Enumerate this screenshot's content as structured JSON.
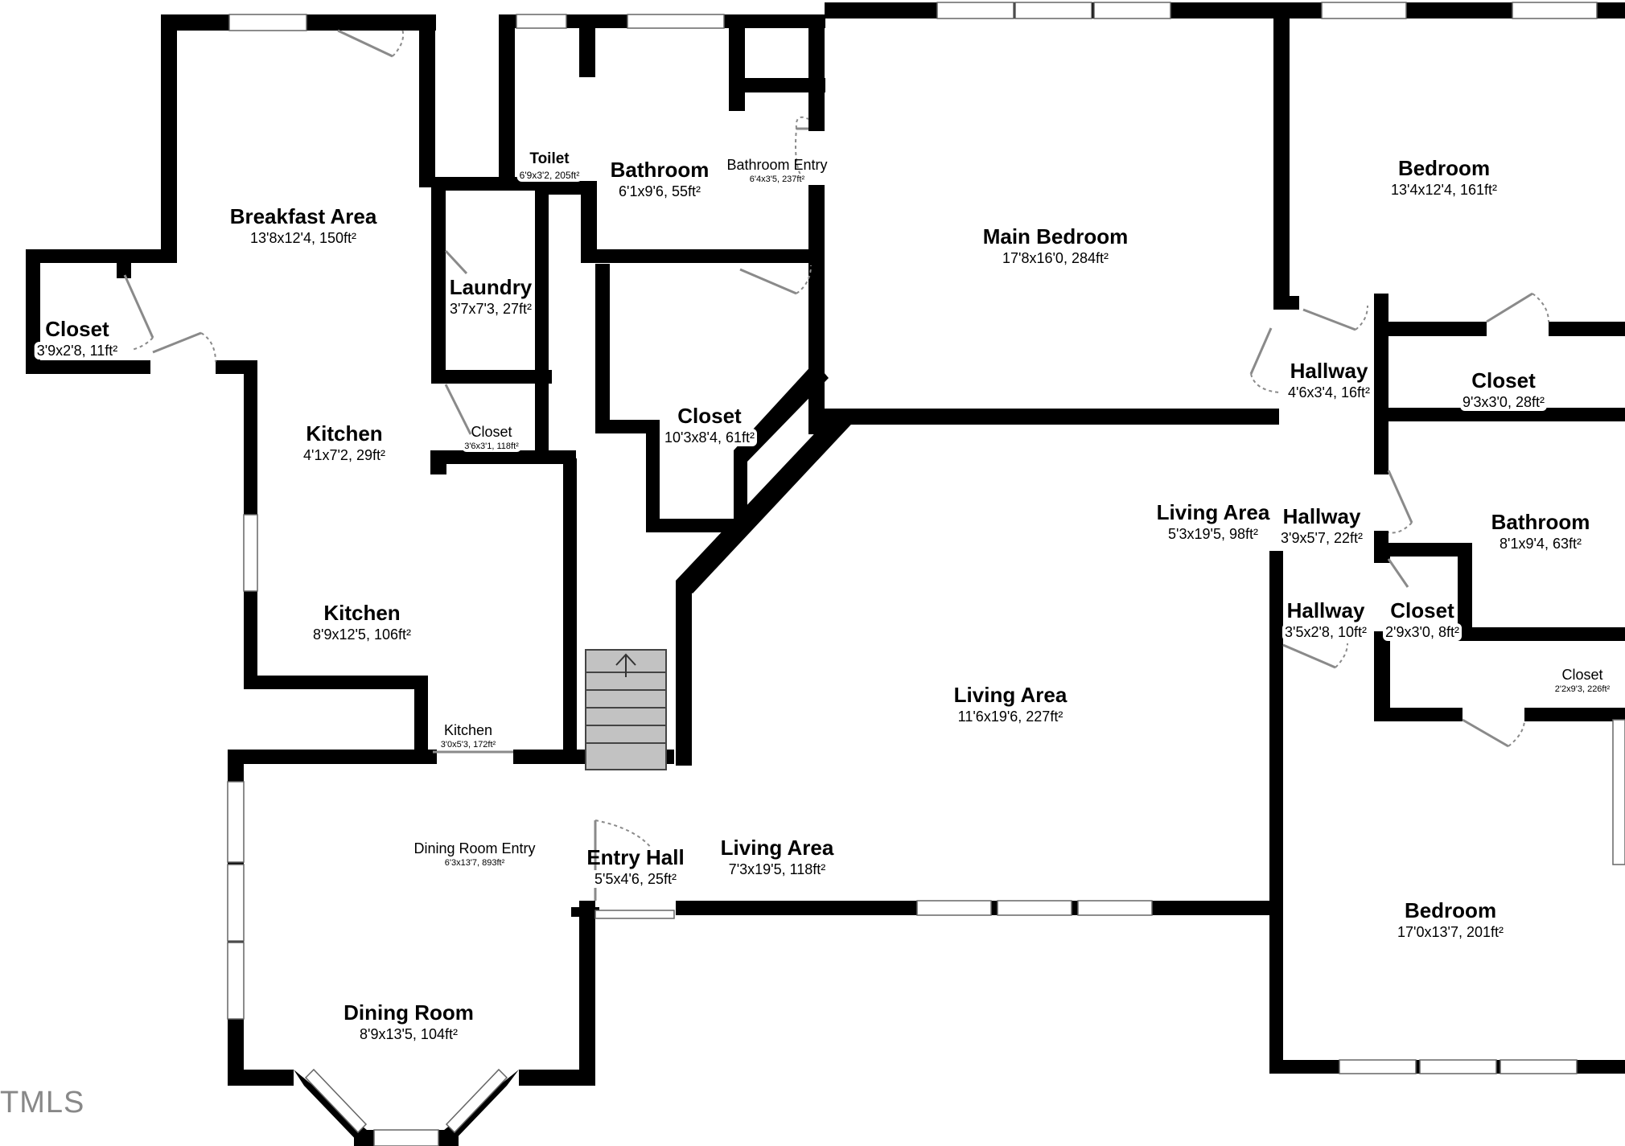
{
  "rooms": [
    {
      "name": "Breakfast Area",
      "size": "13'8x12'4, 150ft²"
    },
    {
      "name": "Closet",
      "size": "3'9x2'8, 11ft²"
    },
    {
      "name": "Toilet",
      "size": "6'9x3'2, 205ft²"
    },
    {
      "name": "Bathroom",
      "size": "6'1x9'6, 55ft²"
    },
    {
      "name": "Bathroom Entry",
      "size": "6'4x3'5, 237ft²"
    },
    {
      "name": "Main Bedroom",
      "size": "17'8x16'0, 284ft²"
    },
    {
      "name": "Bedroom",
      "size": "13'4x12'4, 161ft²"
    },
    {
      "name": "Laundry",
      "size": "3'7x7'3, 27ft²"
    },
    {
      "name": "Kitchen",
      "size": "4'1x7'2, 29ft²"
    },
    {
      "name": "Closet",
      "size": "3'6x3'1, 118ft²"
    },
    {
      "name": "Closet",
      "size": "10'3x8'4, 61ft²"
    },
    {
      "name": "Hallway",
      "size": "4'6x3'4, 16ft²"
    },
    {
      "name": "Closet",
      "size": "9'3x3'0, 28ft²"
    },
    {
      "name": "Kitchen",
      "size": "8'9x12'5, 106ft²"
    },
    {
      "name": "Living Area",
      "size": "5'3x19'5, 98ft²"
    },
    {
      "name": "Hallway",
      "size": "3'9x5'7, 22ft²"
    },
    {
      "name": "Bathroom",
      "size": "8'1x9'4, 63ft²"
    },
    {
      "name": "Hallway",
      "size": "3'5x2'8, 10ft²"
    },
    {
      "name": "Closet",
      "size": "2'9x3'0, 8ft²"
    },
    {
      "name": "Closet",
      "size": "2'2x9'3, 226ft²"
    },
    {
      "name": "Living Area",
      "size": "11'6x19'6, 227ft²"
    },
    {
      "name": "Kitchen",
      "size": "3'0x5'3, 172ft²"
    },
    {
      "name": "Dining Room Entry",
      "size": "6'3x13'7, 893ft²"
    },
    {
      "name": "Entry Hall",
      "size": "5'5x4'6, 25ft²"
    },
    {
      "name": "Living Area",
      "size": "7'3x19'5, 118ft²"
    },
    {
      "name": "Bedroom",
      "size": "17'0x13'7, 201ft²"
    },
    {
      "name": "Dining Room",
      "size": "8'9x13'5, 104ft²"
    }
  ],
  "watermark": "TMLS"
}
